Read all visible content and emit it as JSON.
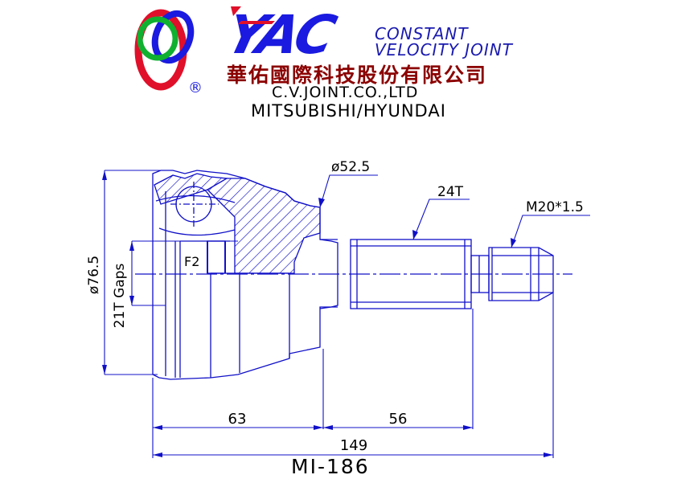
{
  "header": {
    "logo_text": "YAC",
    "registered_mark": "®",
    "tagline_line1": "CONSTANT",
    "tagline_line2": "VELOCITY JOINT",
    "company_name_cn": "華佑國際科技股份有限公司",
    "company_name_en": "C.V.JOINT.CO.,LTD",
    "application": "MITSUBISHI/HYUNDAI"
  },
  "drawing": {
    "labels": {
      "outer_diameter": "ø76.5",
      "spline_inner": "21T Gaps",
      "bell_diameter": "ø52.5",
      "spline_outer": "24T",
      "thread": "M20*1.5",
      "feature": "F2"
    },
    "dimensions": {
      "bell_length": "63",
      "shaft_length": "56",
      "overall_length": "149"
    },
    "part_number": "MI-186"
  },
  "colors": {
    "logo_blue": "#1a1ae0",
    "logo_red": "#e0102a",
    "logo_green": "#10b030",
    "line_blue": "#1010c8",
    "line_black": "#000000",
    "company_cn": "#8b0000"
  }
}
